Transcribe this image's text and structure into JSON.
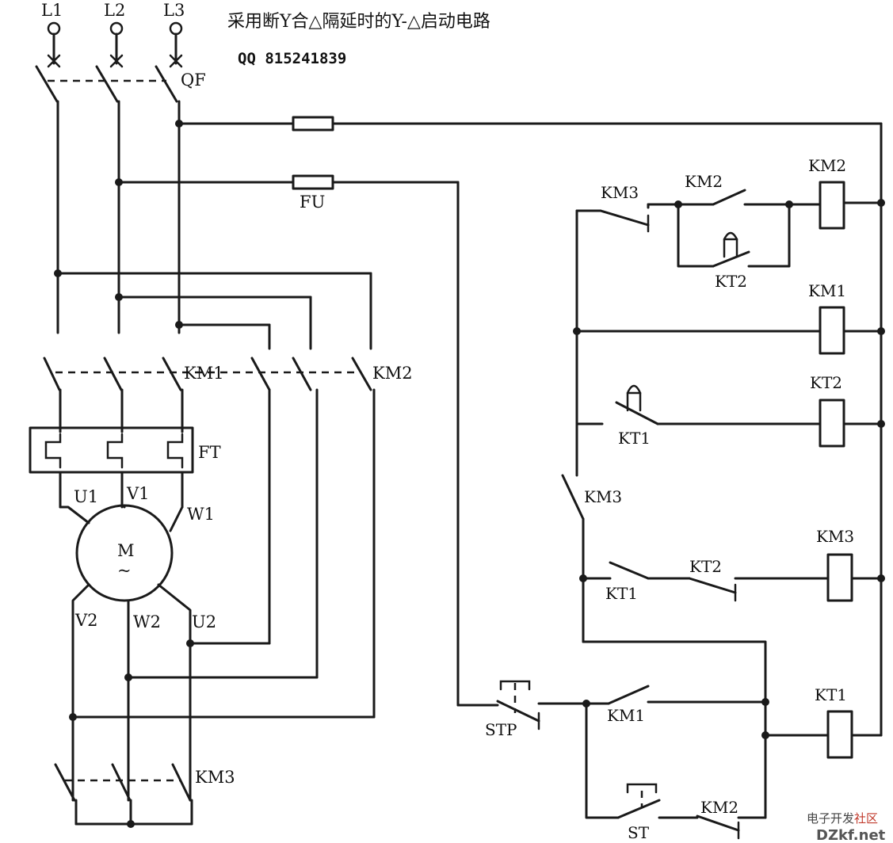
{
  "title": "采用断Y合△隔延时的Y-△启动电路",
  "qq": "QQ 815241839",
  "labels": {
    "l1": "L1",
    "l2": "L2",
    "l3": "L3",
    "qf": "QF",
    "fu": "FU",
    "km1_main": "KM1",
    "km2_main": "KM2",
    "ft": "FT",
    "u1": "U1",
    "v1": "V1",
    "w1": "W1",
    "u2": "U2",
    "v2": "V2",
    "w2": "W2",
    "motor_m": "M",
    "motor_ac": "~",
    "km3_main": "KM3",
    "c_km3_nc": "KM3",
    "c_km2_no": "KM2",
    "c_km2_coil": "KM2",
    "c_kt2_inst": "KT2",
    "c_km1_coil": "KM1",
    "c_kt2_coil": "KT2",
    "c_kt1_nc": "KT1",
    "c_km3_no": "KM3",
    "c_kt1_inst": "KT1",
    "c_kt2_nc": "KT2",
    "c_km3_coil": "KM3",
    "c_stp": "STP",
    "c_km1_no": "KM1",
    "c_kt1_coil": "KT1",
    "c_st": "ST",
    "c_km2_nc": "KM2"
  },
  "watermark": {
    "line1_a": "电子开发",
    "line1_b": "社区",
    "line2": "DZkf.net"
  }
}
